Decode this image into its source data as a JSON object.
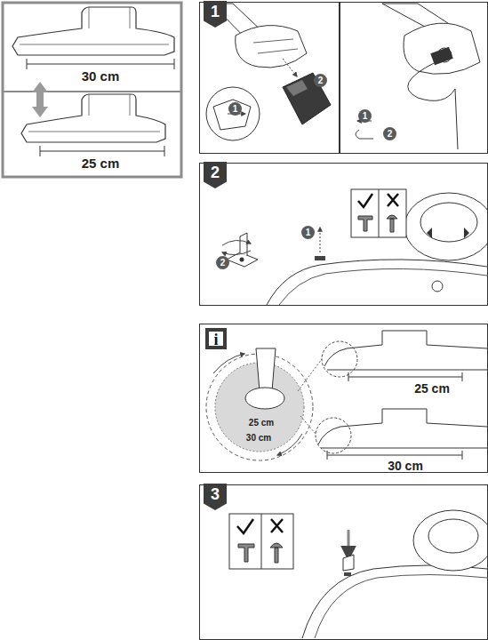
{
  "diagram": {
    "nodes": [
      {
        "text": [
          "1"
        ]
      },
      {
        "text": [
          "1"
        ],
        "in": 0
      },
      {
        "text": [
          "2"
        ],
        "in": 0
      },
      {
        "text": [
          "1"
        ],
        "in": 0
      },
      {
        "text": [
          "2"
        ],
        "in": 0
      },
      {
        "text": [
          "2"
        ]
      },
      {
        "text": [
          "1"
        ],
        "in": 5
      },
      {
        "text": [
          "2"
        ],
        "in": 5
      },
      {
        "text": [
          "i"
        ]
      },
      {
        "text": [
          "3"
        ]
      }
    ],
    "labels": [
      "30 cm",
      "25 cm",
      "25 cm",
      "30 cm",
      "25 cm",
      "30 cm"
    ]
  }
}
